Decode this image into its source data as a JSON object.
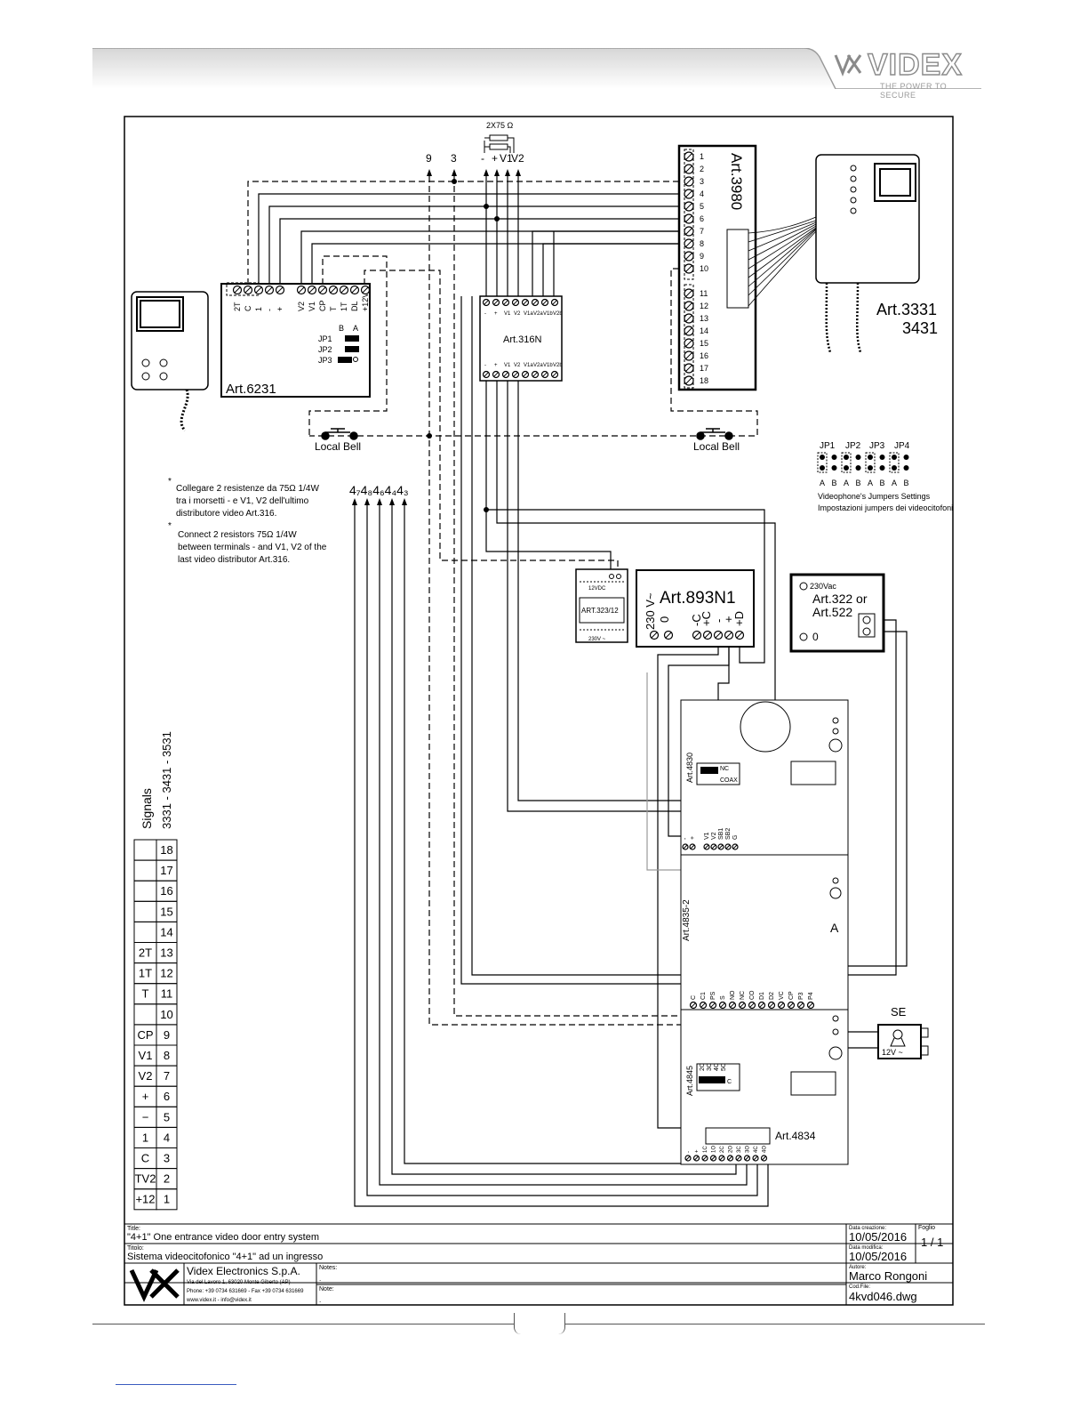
{
  "brand": {
    "name": "VIDEX",
    "tagline": "THE POWER TO SECURE"
  },
  "note_resistor": "2X75 Ω",
  "wire_top": {
    "w9": "9",
    "w3": "3",
    "minus": "-",
    "plus": "+",
    "v1": "V1",
    "v2": "V2"
  },
  "art3980": {
    "name": "Art.3980",
    "terms": [
      "1",
      "2",
      "3",
      "4",
      "5",
      "6",
      "7",
      "8",
      "9",
      "10",
      "11",
      "12",
      "13",
      "14",
      "15",
      "16",
      "17",
      "18"
    ]
  },
  "art3331": {
    "line1": "Art.3331",
    "line2": "3431"
  },
  "art6231": {
    "name": "Art.6231",
    "terms": [
      "2T",
      "C",
      "1",
      "-",
      "+",
      "V2",
      "V1",
      "CP",
      "T",
      "1T",
      "DL",
      "+12V"
    ],
    "jp_head_b": "B",
    "jp_head_a": "A",
    "jp1": "JP1",
    "jp2": "JP2",
    "jp3": "JP3"
  },
  "art316n": {
    "name": "Art.316N",
    "terms": [
      "-",
      "+",
      "V1",
      "V2",
      "V1a",
      "V2a",
      "V1b",
      "V2b"
    ]
  },
  "local_bell_left": "Local Bell",
  "local_bell_right": "Local Bell",
  "jumpers": {
    "heads": [
      "JP1",
      "JP2",
      "JP3",
      "JP4"
    ],
    "ab": [
      "A",
      "B",
      "A",
      "B",
      "A",
      "B",
      "A",
      "B"
    ],
    "line1": "Videophone's Jumpers Settings",
    "line2": "Impostazioni jumpers dei videocitofoni"
  },
  "note_it": {
    "star": "*",
    "l1": "Collegare 2 resistenze da    75Ω 1/4W",
    "l2": "tra i morsetti - e V1, V2 dell'ultimo",
    "l3": "distributore video Art.316."
  },
  "note_en": {
    "star": "*",
    "l1": "Connect 2 resistors   75Ω  1/4W",
    "l2": "between terminals - and V1, V2 of the",
    "l3": "last video distributor Art.316."
  },
  "wire_group": "4₇4₈4₆4₄4₃",
  "art323": {
    "name": "ART.323/12",
    "top": "12VDC",
    "bottom": "230V ~"
  },
  "art893": {
    "name": "Art.893N1",
    "t230": "230 V~",
    "t0": "0",
    "tmc": "-C",
    "tpc": "+C",
    "tm": "-",
    "tp": "+",
    "tpd": "+D"
  },
  "art322": {
    "l1": "Art.322 or",
    "l2": "Art.522",
    "vac": "230Vac",
    "zero": "0"
  },
  "art4830": {
    "name": "Art.4830",
    "nc": "NC",
    "coax": "COAX",
    "terms": [
      "-",
      "+",
      "V1",
      "V2",
      "SB1",
      "SB2",
      "G"
    ]
  },
  "art48352": {
    "name": "Art.4835-2",
    "a": "A",
    "terms": [
      "C",
      "C1",
      "PS",
      "S",
      "NO",
      "NC",
      "CO",
      "D1",
      "D2",
      "VC",
      "CP",
      "P3",
      "P4"
    ]
  },
  "art4845": {
    "name": "Art.4845",
    "c": "C",
    "terms": [
      "2C",
      "3C",
      "4C",
      "5C"
    ]
  },
  "art4834": {
    "name": "Art.4834",
    "terms": [
      "-",
      "+",
      "1C",
      "1O",
      "2C",
      "2O",
      "3C",
      "3O",
      "4C",
      "4O"
    ]
  },
  "se": {
    "label": "SE",
    "volt": "12V ~"
  },
  "signals": {
    "title": "Signals",
    "models": "3331 - 3431 - 3531",
    "rows": [
      [
        "",
        "18"
      ],
      [
        "",
        "17"
      ],
      [
        "",
        "16"
      ],
      [
        "",
        "15"
      ],
      [
        "",
        "14"
      ],
      [
        "2T",
        "13"
      ],
      [
        "1T",
        "12"
      ],
      [
        "T",
        "11"
      ],
      [
        "",
        "10"
      ],
      [
        "CP",
        "9"
      ],
      [
        "V1",
        "8"
      ],
      [
        "V2",
        "7"
      ],
      [
        "+",
        "6"
      ],
      [
        "−",
        "5"
      ],
      [
        "1",
        "4"
      ],
      [
        "C",
        "3"
      ],
      [
        "TV2",
        "2"
      ],
      [
        "+12",
        "1"
      ]
    ]
  },
  "title_block": {
    "title_label": "Title:",
    "title": "\"4+1\" One entrance video door entry system",
    "titolo_label": "Titolo:",
    "titolo": "Sistema videocitofonico \"4+1\" ad un ingresso",
    "company": "Videx Electronics S.p.A.",
    "address": "Via del Lavoro 1, 63020 Monte Giberto (AP)",
    "phone": "Phone: +39 0734 631669 - Fax +39 0734 631669",
    "web": "www.videx.it - info@videx.it",
    "notes_label": "Notes:",
    "notes_val": ".",
    "note_label": "Note:",
    "note_val": ".",
    "creation_label": "Data creazione:",
    "creation": "10/05/2016",
    "mod_label": "Data modifica:",
    "mod": "10/05/2016",
    "author_label": "Autore:",
    "author": "Marco Rongoni",
    "file_label": "Cod.File:",
    "file": "4kvd046.dwg",
    "sheet_label": "Foglio",
    "sheet": "1 / 1"
  }
}
